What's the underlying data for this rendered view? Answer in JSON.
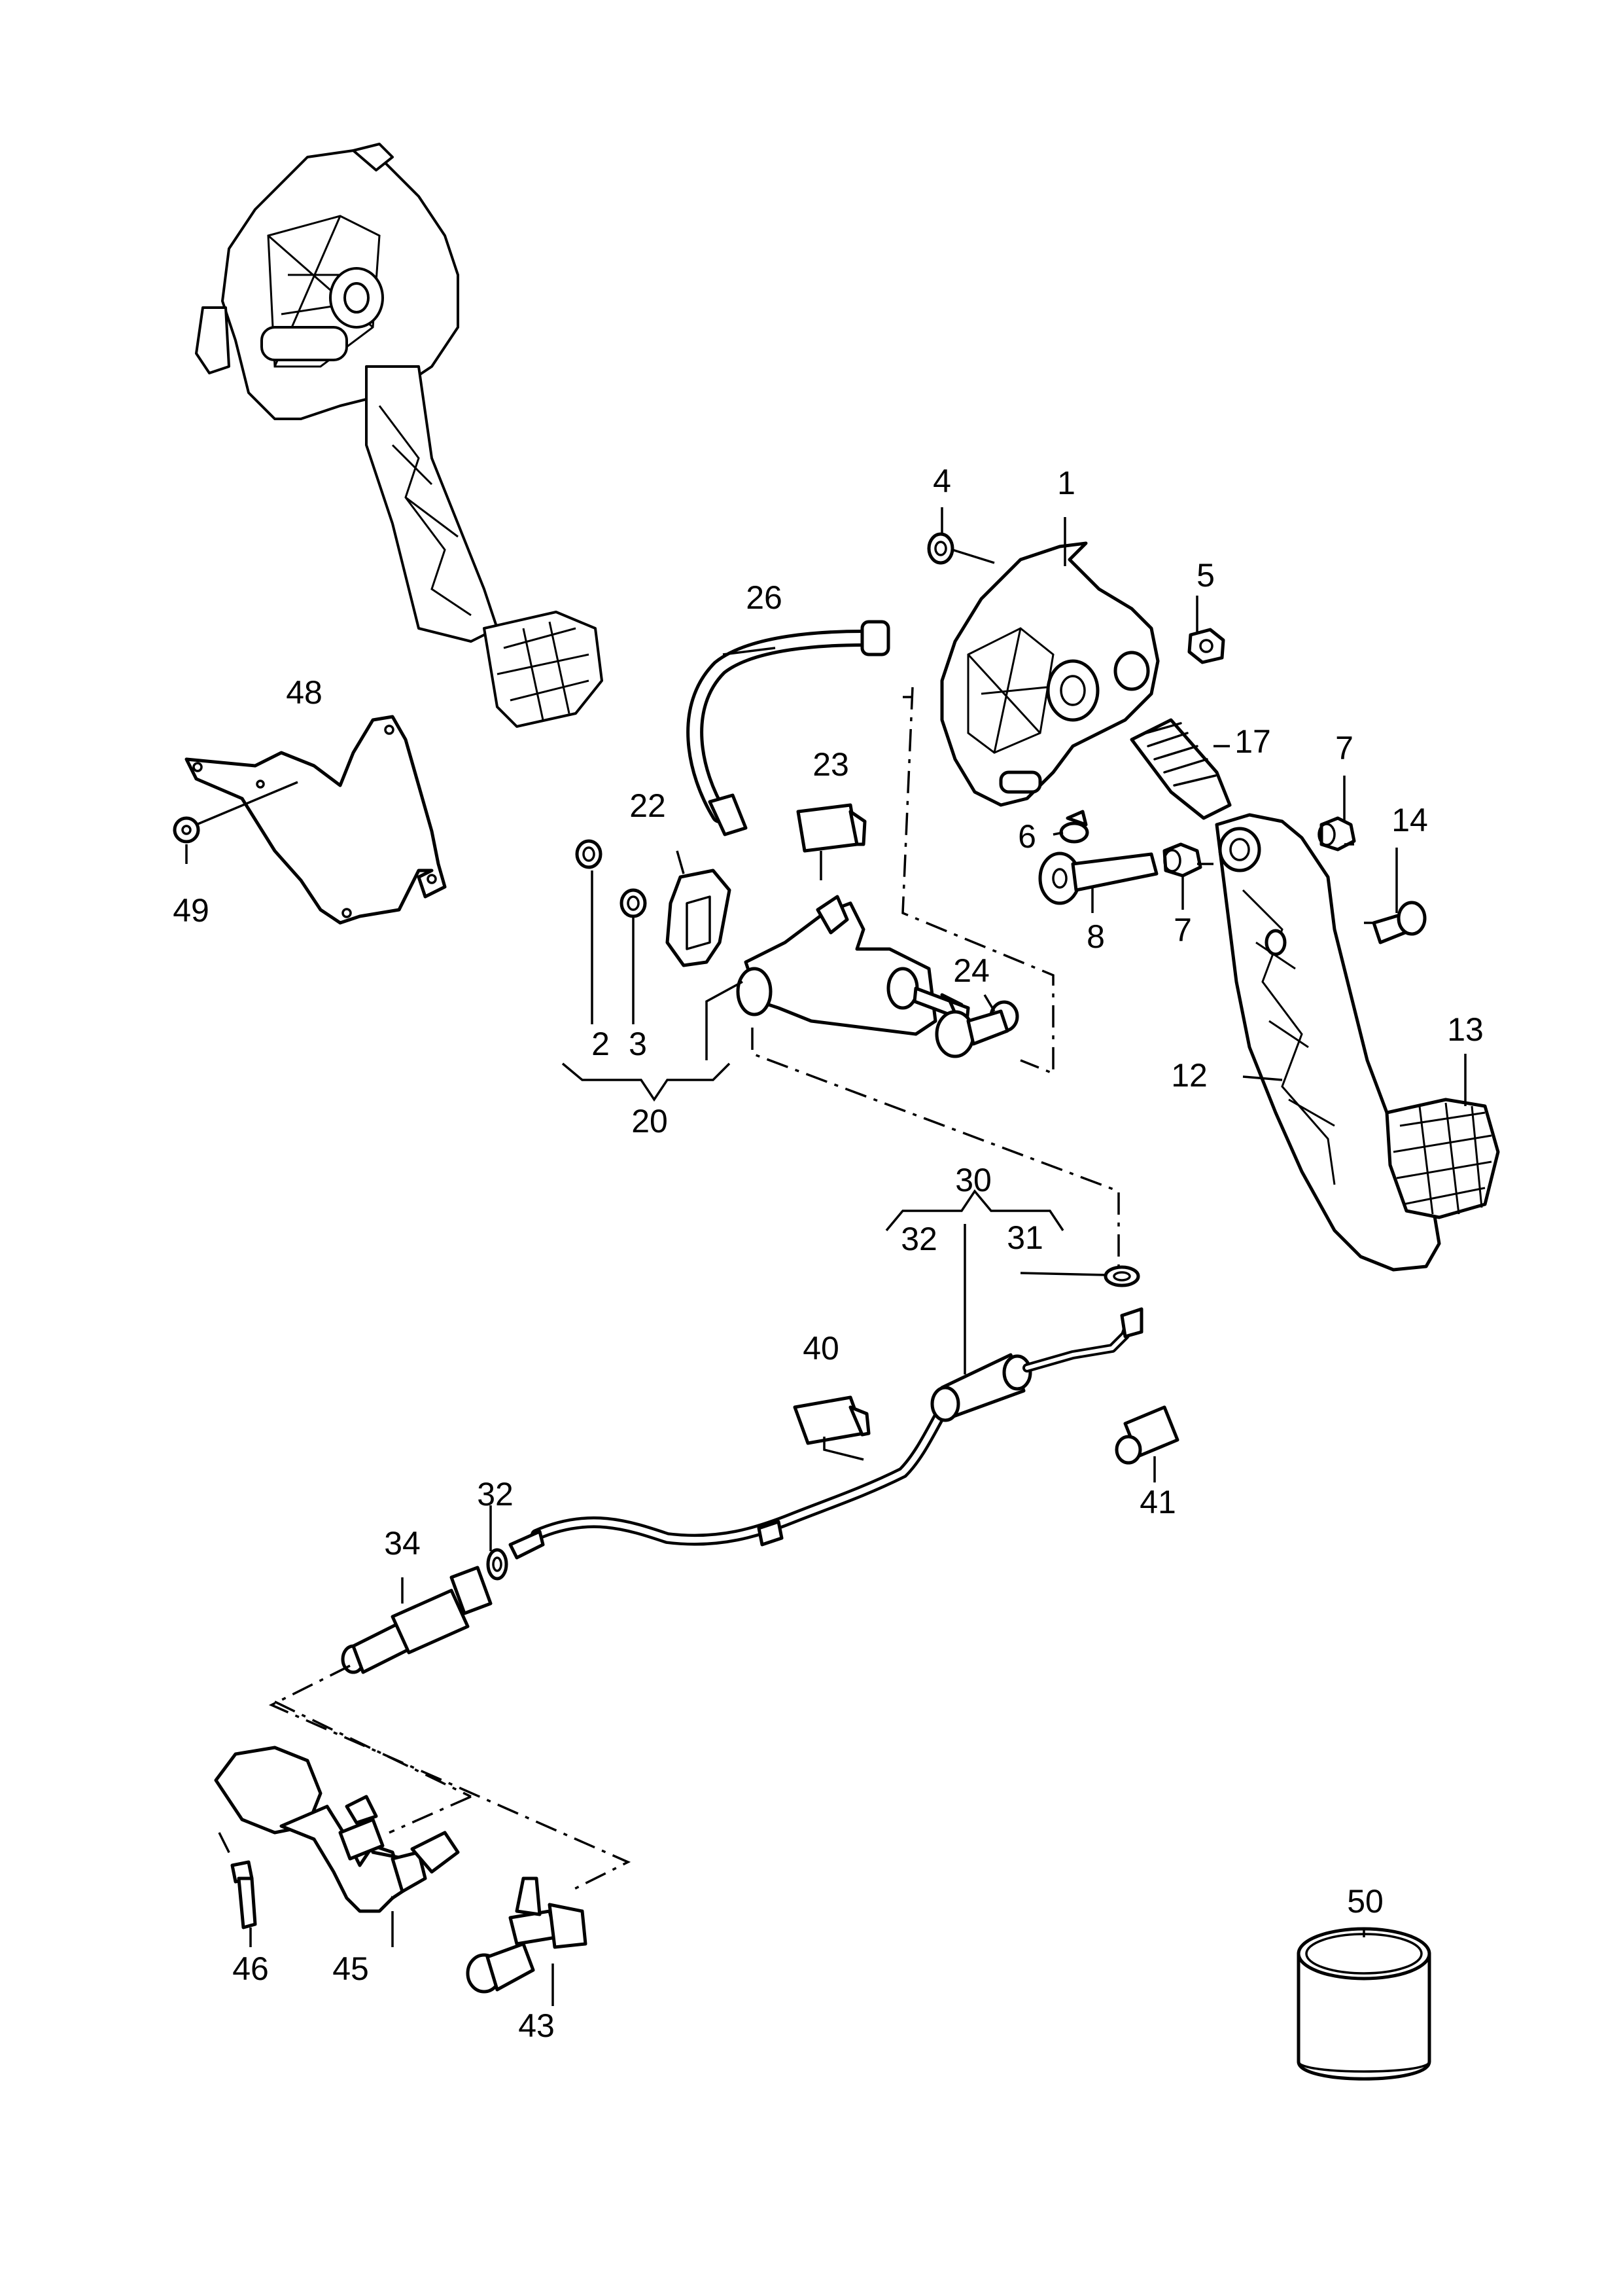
{
  "callouts": {
    "c1": "1",
    "c2": "2",
    "c3": "3",
    "c4": "4",
    "c5": "5",
    "c6": "6",
    "c7a": "7",
    "c7b": "7",
    "c8": "8",
    "c12": "12",
    "c13": "13",
    "c14": "14",
    "c17": "17",
    "c20": "20",
    "c22": "22",
    "c23": "23",
    "c24": "24",
    "c26": "26",
    "c30": "30",
    "c31": "31",
    "c32a": "32",
    "c32b": "32",
    "c34": "34",
    "c40": "40",
    "c41": "41",
    "c43": "43",
    "c45": "45",
    "c46": "46",
    "c48": "48",
    "c49": "49",
    "c50": "50"
  }
}
